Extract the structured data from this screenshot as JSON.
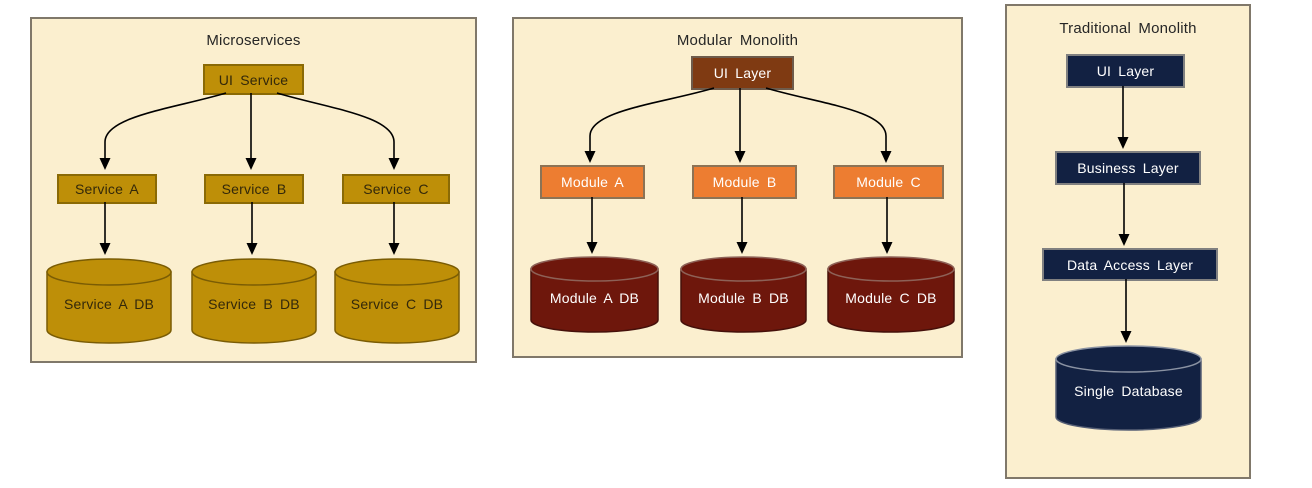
{
  "colors": {
    "panel_background": "#FBEFCF",
    "panel_border": "#80786A",
    "gold": "#BE8F08",
    "orange": "#ED7D31",
    "brown": "#7F3A12",
    "maroon": "#6E170C",
    "navy": "#122142",
    "arrow": "#000000"
  },
  "panels": [
    {
      "title": "Microservices",
      "root": "UI Service",
      "children": [
        "Service A",
        "Service B",
        "Service C"
      ],
      "databases": [
        "Service A DB",
        "Service B DB",
        "Service C DB"
      ]
    },
    {
      "title": "Modular Monolith",
      "root": "UI Layer",
      "children": [
        "Module A",
        "Module B",
        "Module C"
      ],
      "databases": [
        "Module A DB",
        "Module B DB",
        "Module C DB"
      ]
    },
    {
      "title": "Traditional Monolith",
      "layers": [
        "UI Layer",
        "Business Layer",
        "Data Access Layer"
      ],
      "database": "Single Database"
    }
  ]
}
